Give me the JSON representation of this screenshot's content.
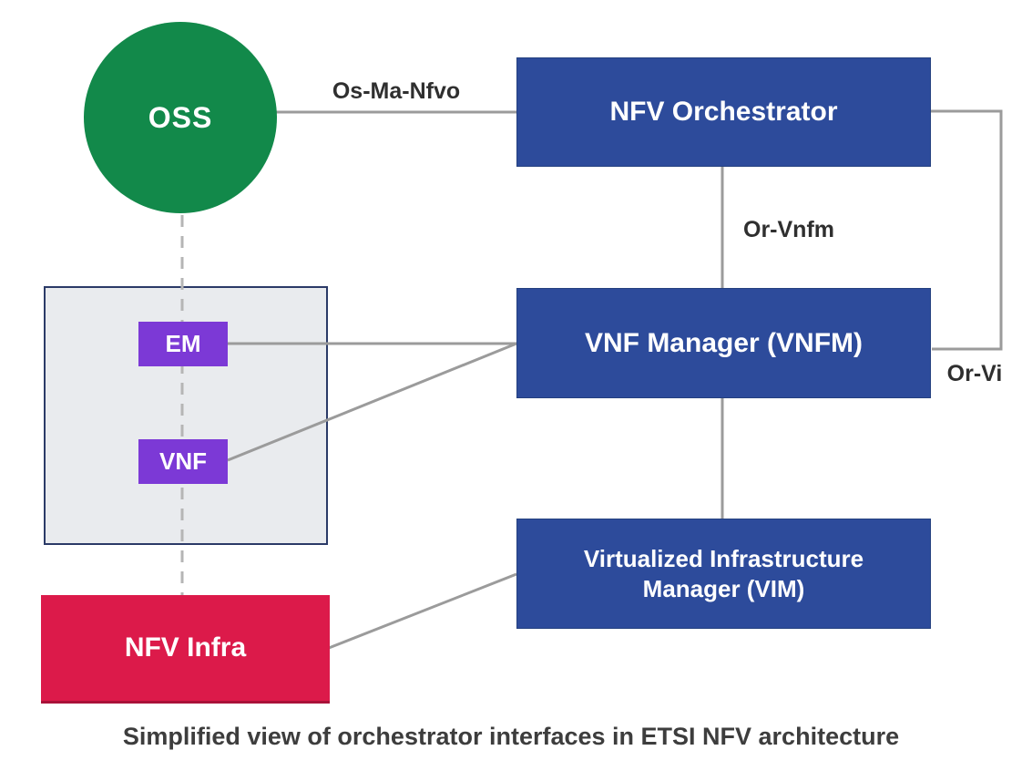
{
  "caption": "Simplified view of orchestrator interfaces in ETSI NFV architecture",
  "nodes": {
    "oss": "OSS",
    "nfvo": "NFV Orchestrator",
    "vnfm": "VNF Manager (VNFM)",
    "vim": "Virtualized Infrastructure Manager (VIM)",
    "em": "EM",
    "vnf": "VNF",
    "infra": "NFV Infra"
  },
  "interfaces": {
    "os_ma_nfvo": "Os-Ma-Nfvo",
    "or_vnfm": "Or-Vnfm",
    "or_vi": "Or-Vi"
  },
  "edges": [
    {
      "from": "OSS",
      "to": "NFV Orchestrator",
      "label": "Os-Ma-Nfvo",
      "style": "solid"
    },
    {
      "from": "NFV Orchestrator",
      "to": "VNF Manager (VNFM)",
      "label": "Or-Vnfm",
      "style": "solid"
    },
    {
      "from": "NFV Orchestrator",
      "to": "VNF Manager (VNFM)",
      "label": "Or-Vi",
      "style": "solid-elbow-right"
    },
    {
      "from": "EM",
      "to": "VNF Manager (VNFM)",
      "label": "",
      "style": "solid"
    },
    {
      "from": "VNF",
      "to": "VNF Manager (VNFM)",
      "label": "",
      "style": "solid"
    },
    {
      "from": "VNF Manager (VNFM)",
      "to": "Virtualized Infrastructure Manager (VIM)",
      "label": "",
      "style": "solid"
    },
    {
      "from": "NFV Infra",
      "to": "Virtualized Infrastructure Manager (VIM)",
      "label": "",
      "style": "solid"
    },
    {
      "from": "OSS",
      "to": "NFV Infra",
      "label": "",
      "style": "dashed"
    }
  ],
  "colors": {
    "oss_green": "#12894a",
    "box_blue": "#2d4b9b",
    "element_purple": "#7c39d6",
    "infra_crimson": "#dc1a4a",
    "grouping_fill": "#e9ebee",
    "grouping_border": "#2b3a67",
    "connector_gray": "#9b9b9b",
    "dashed_gray": "#b5b5b5",
    "label_text": "#2f2f2f",
    "node_text": "#ffffff"
  }
}
